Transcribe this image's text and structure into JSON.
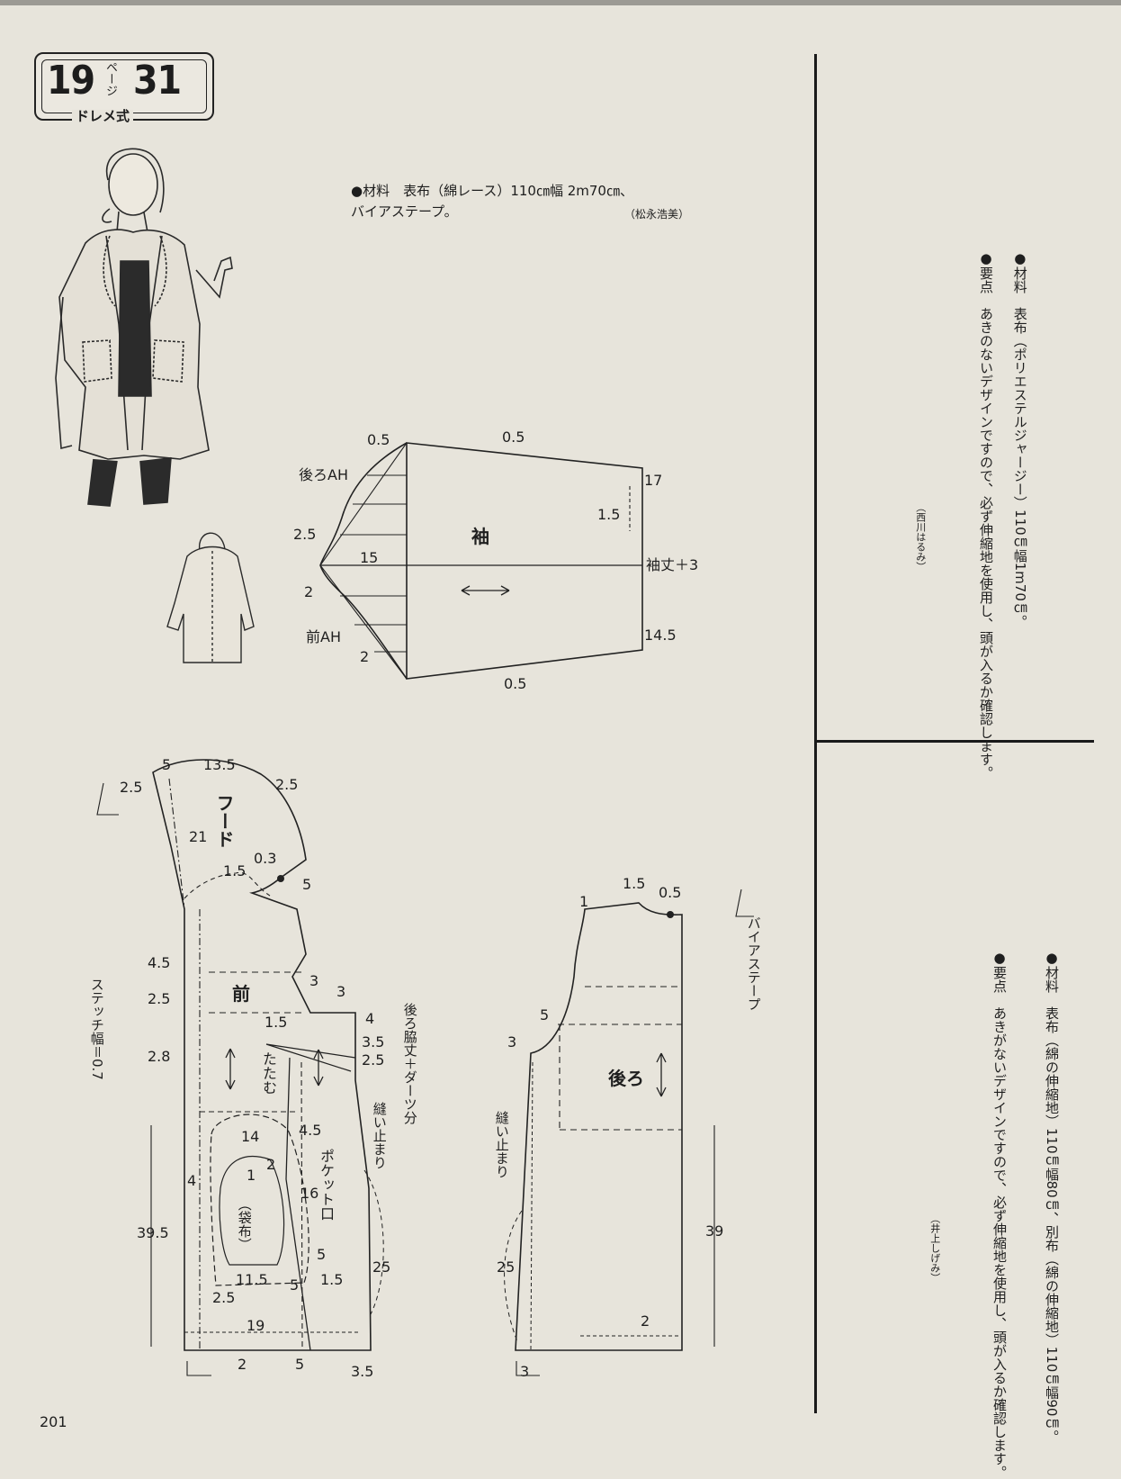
{
  "header": {
    "page_ref": "19",
    "page_ref_unit": "ページ",
    "item_no": "31",
    "method": "ドレメ式"
  },
  "materials": {
    "line1": "●材料　表布（綿レース）110㎝幅 2m70㎝、",
    "line2": "バイアステープ。",
    "credit": "（松永浩美）"
  },
  "notes_top": {
    "material": "●材料　表布（ポリエステルジャージー）110㎝幅1m70㎝。",
    "key_point": "●要点　あきのないデザインですので、必ず伸縮地を使用し、頭が入るか確認します。",
    "credit": "（西川はるみ）"
  },
  "notes_bottom": {
    "material": "●材料　表布（綿の伸縮地）110㎝幅80㎝、別布（綿の伸縮地）110㎝幅90㎝。",
    "key_point": "●要点　あきがないデザインですので、必ず伸縮地を使用し、頭が入るか確認します。",
    "credit": "（井上しげみ）"
  },
  "sleeve": {
    "name": "袖",
    "back_ah": "後ろAH",
    "front_ah": "前AH",
    "sleeve_length": "袖丈＋3",
    "m_top_left": "0.5",
    "m_top_mid": "0.5",
    "m_right_top": "17",
    "m_right_in": "1.5",
    "m_left_a": "2.5",
    "m_cap": "15",
    "m_left_b": "2",
    "m_left_c": "2",
    "m_right_bottom": "14.5",
    "m_bottom": "0.5"
  },
  "front": {
    "hood": "フード",
    "front_label": "前",
    "fold": "たたむ",
    "pouch": "（袋布）",
    "pocket_opening": "ポケット口",
    "stop_point": "縫い止まり",
    "side_seam": "後ろ脇丈＋ダーツ分",
    "stitch_width": "ステッチ幅＝0.7",
    "m_5a": "5",
    "m_13_5": "13.5",
    "m_2_5a": "2.5",
    "m_2_5b": "2.5",
    "m_21": "21",
    "m_0_3": "0.3",
    "m_1_5a": "1.5",
    "m_5b": "5",
    "m_4_5a": "4.5",
    "m_2_5c": "2.5",
    "m_2_8": "2.8",
    "m_3a": "3",
    "m_3b": "3",
    "m_4a": "4",
    "m_1_5b": "1.5",
    "m_3_5a": "3.5",
    "m_2_5d": "2.5",
    "m_4_5b": "4.5",
    "m_14": "14",
    "m_2a": "2",
    "m_1a": "1",
    "m_4b": "4",
    "m_39_5": "39.5",
    "m_16": "16",
    "m_5c": "5",
    "m_5d": "5",
    "m_11_5": "11.5",
    "m_1_5c": "1.5",
    "m_2_5e": "2.5",
    "m_25": "25",
    "m_19": "19",
    "m_2b": "2",
    "m_5e": "5",
    "m_3_5b": "3.5"
  },
  "back": {
    "back_label": "後ろ",
    "bias_tape": "バイアステープ",
    "stop_point": "縫い止まり",
    "m_1": "1",
    "m_1_5": "1.5",
    "m_0_5": "0.5",
    "m_5": "5",
    "m_3a": "3",
    "m_39": "39",
    "m_25": "25",
    "m_2": "2",
    "m_3b": "3"
  },
  "page_number": "201"
}
